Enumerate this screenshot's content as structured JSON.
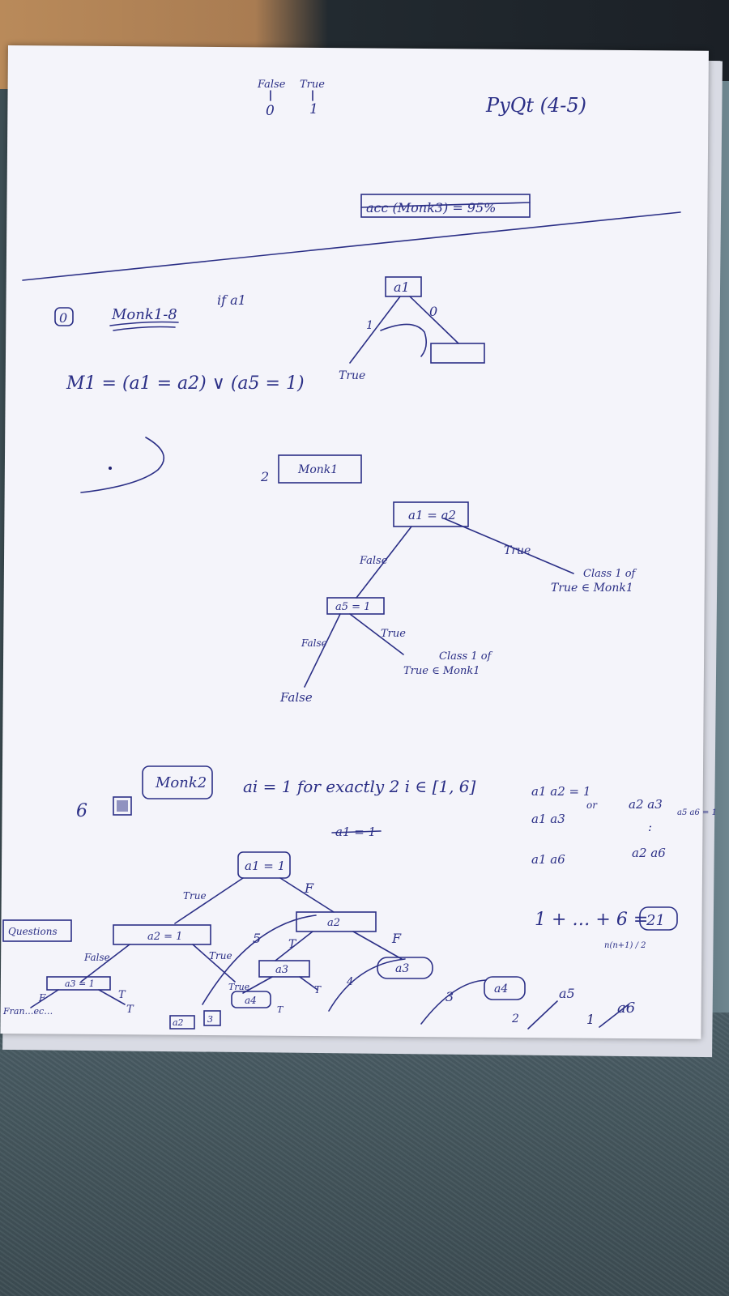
{
  "header": {
    "false_label": "False",
    "true_label": "True",
    "zero": "0",
    "one": "1",
    "title": "PyQt (4-5)",
    "crossed": "acc (Monk3) = 95%"
  },
  "section0": {
    "num": "0",
    "heading": "Monk1-8",
    "cond": "if a1",
    "formula": "M1 = (a1 = a2) ∨ (a5 = 1)",
    "tree_root": "a1",
    "edge_one": "1",
    "edge_zero": "0",
    "leaf_true": "True"
  },
  "section2": {
    "num": "2",
    "box": "Monk1",
    "root": "a1 = a2",
    "edge_true": "True",
    "edge_false": "False",
    "leaf_right_1": "Class 1 of",
    "leaf_right_2": "True ∈ Monk1",
    "node2": "a5 = 1",
    "edge2_false": "False",
    "edge2_true": "True",
    "leaf_mid_1": "Class 1 of",
    "leaf_mid_2": "True ∈ Monk1",
    "leaf_left": "False"
  },
  "section6": {
    "num": "6",
    "box": "Monk2",
    "cond": "ai = 1   for exactly 2 i ∈ [1, 6]",
    "crossed": "a1 = 1",
    "pairs": [
      "a1 a2 = 1",
      "or",
      "a2 a3",
      "a1 a3",
      ":",
      "a1 a6",
      "a2 a6",
      "a5 a6 = 1"
    ],
    "sum": "1 + … + 6 =",
    "sum_result": "21",
    "formula": "n(n+1) / 2",
    "questions": "Questions",
    "tree": {
      "root": "a1 = 1",
      "true": "True",
      "f": "F",
      "n_a2_left": "a2 = 1",
      "n_a2_right": "a2",
      "false": "False",
      "t": "T",
      "n_a3_box": "a3 = 1",
      "n_a3_mid": "a3",
      "n_a3_right": "a3",
      "n_a4": "a4",
      "n_a4_right": "a4",
      "n_a5": "a5",
      "n_a6": "a6",
      "num5": "5",
      "num4": "4",
      "num3": "3",
      "num2": "2",
      "num1": "1",
      "bottom_a": "a2",
      "bottom_b": "3",
      "margin_text": "Fran…ec…"
    }
  }
}
